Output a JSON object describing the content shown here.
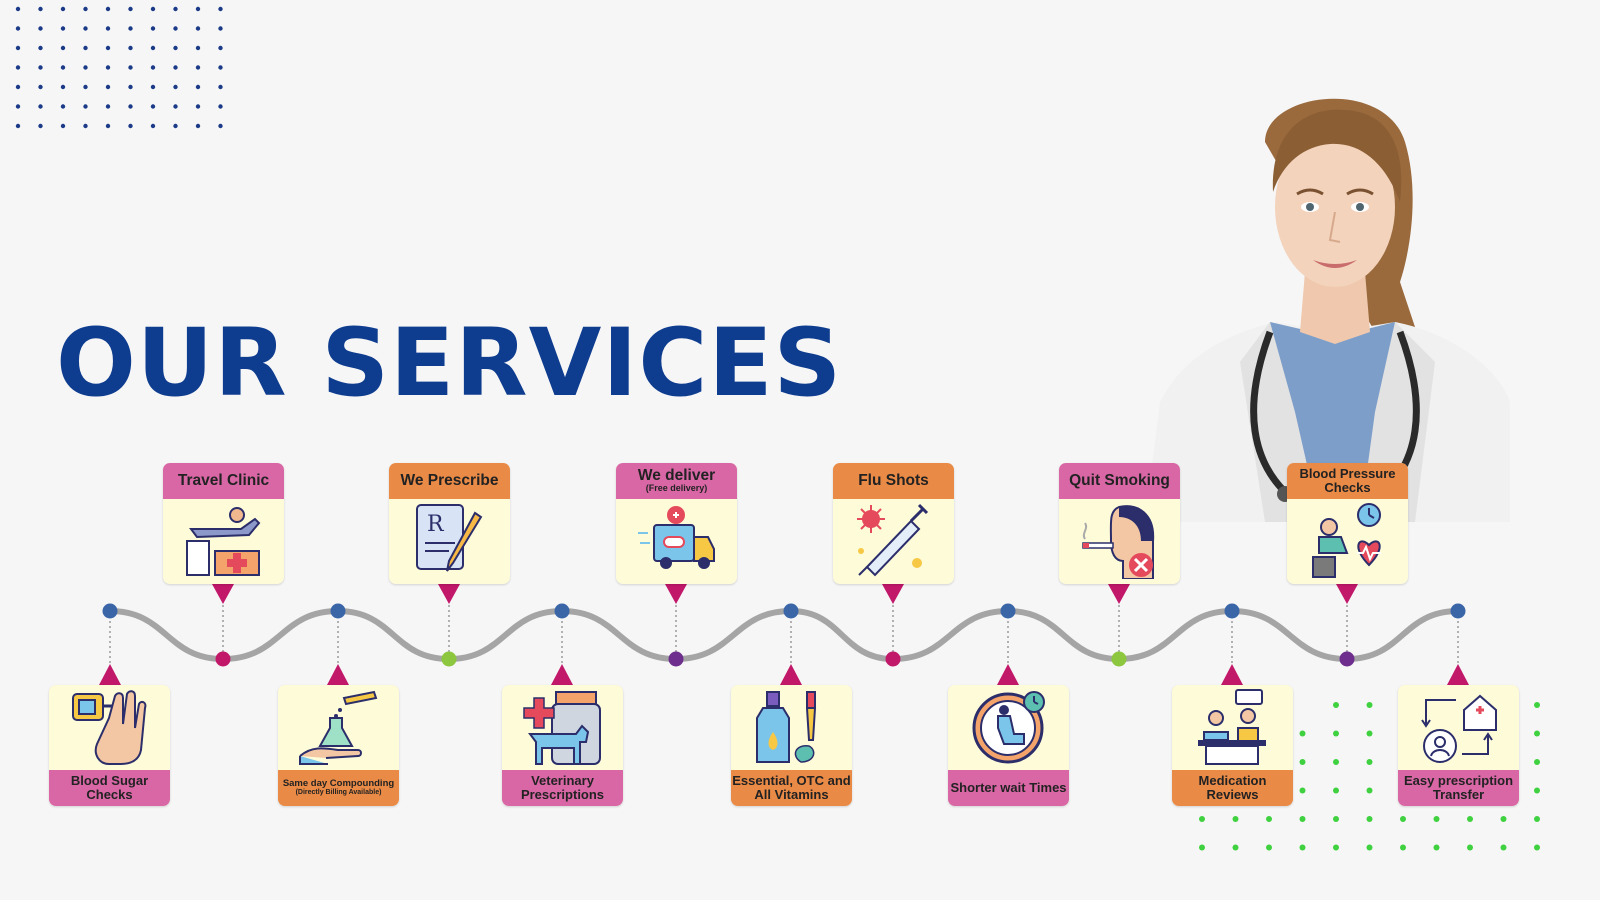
{
  "heading": "OUR SERVICES",
  "colors": {
    "title": "#0e3c8f",
    "header_pink": "#d967a6",
    "header_orange": "#e98a46",
    "card_background": "#fefbd8",
    "wave": "#a5a5a5",
    "marker": "#c1186a",
    "node_blue": "#3a66a8",
    "dot_green": "#3fd13f",
    "dot_navy": "#1b3a88"
  },
  "top_services": [
    {
      "label": "Travel Clinic",
      "sub": "",
      "icon": "airplane-clinic-icon"
    },
    {
      "label": "We Prescribe",
      "sub": "",
      "icon": "prescription-pen-icon"
    },
    {
      "label": "We deliver",
      "sub": "(Free delivery)",
      "icon": "delivery-truck-icon"
    },
    {
      "label": "Flu Shots",
      "sub": "",
      "icon": "syringe-virus-icon"
    },
    {
      "label": "Quit Smoking",
      "sub": "",
      "icon": "no-smoking-icon"
    },
    {
      "label": "Blood Pressure Checks",
      "sub": "",
      "icon": "blood-pressure-icon"
    }
  ],
  "bottom_services": [
    {
      "label": "Blood Sugar Checks",
      "sub": "",
      "icon": "glucometer-icon"
    },
    {
      "label": "Same day Compounding",
      "sub": "(Directly Billing Available)",
      "icon": "compounding-flask-icon"
    },
    {
      "label": "Veterinary Prescriptions",
      "sub": "",
      "icon": "veterinary-dog-icon"
    },
    {
      "label": "Essential, OTC and All Vitamins",
      "sub": "",
      "icon": "vitamin-dropper-icon"
    },
    {
      "label": "Shorter wait Times",
      "sub": "",
      "icon": "waiting-clock-icon"
    },
    {
      "label": "Medication Reviews",
      "sub": "",
      "icon": "consultation-icon"
    },
    {
      "label": "Easy prescription Transfer",
      "sub": "",
      "icon": "transfer-arrows-icon"
    }
  ]
}
